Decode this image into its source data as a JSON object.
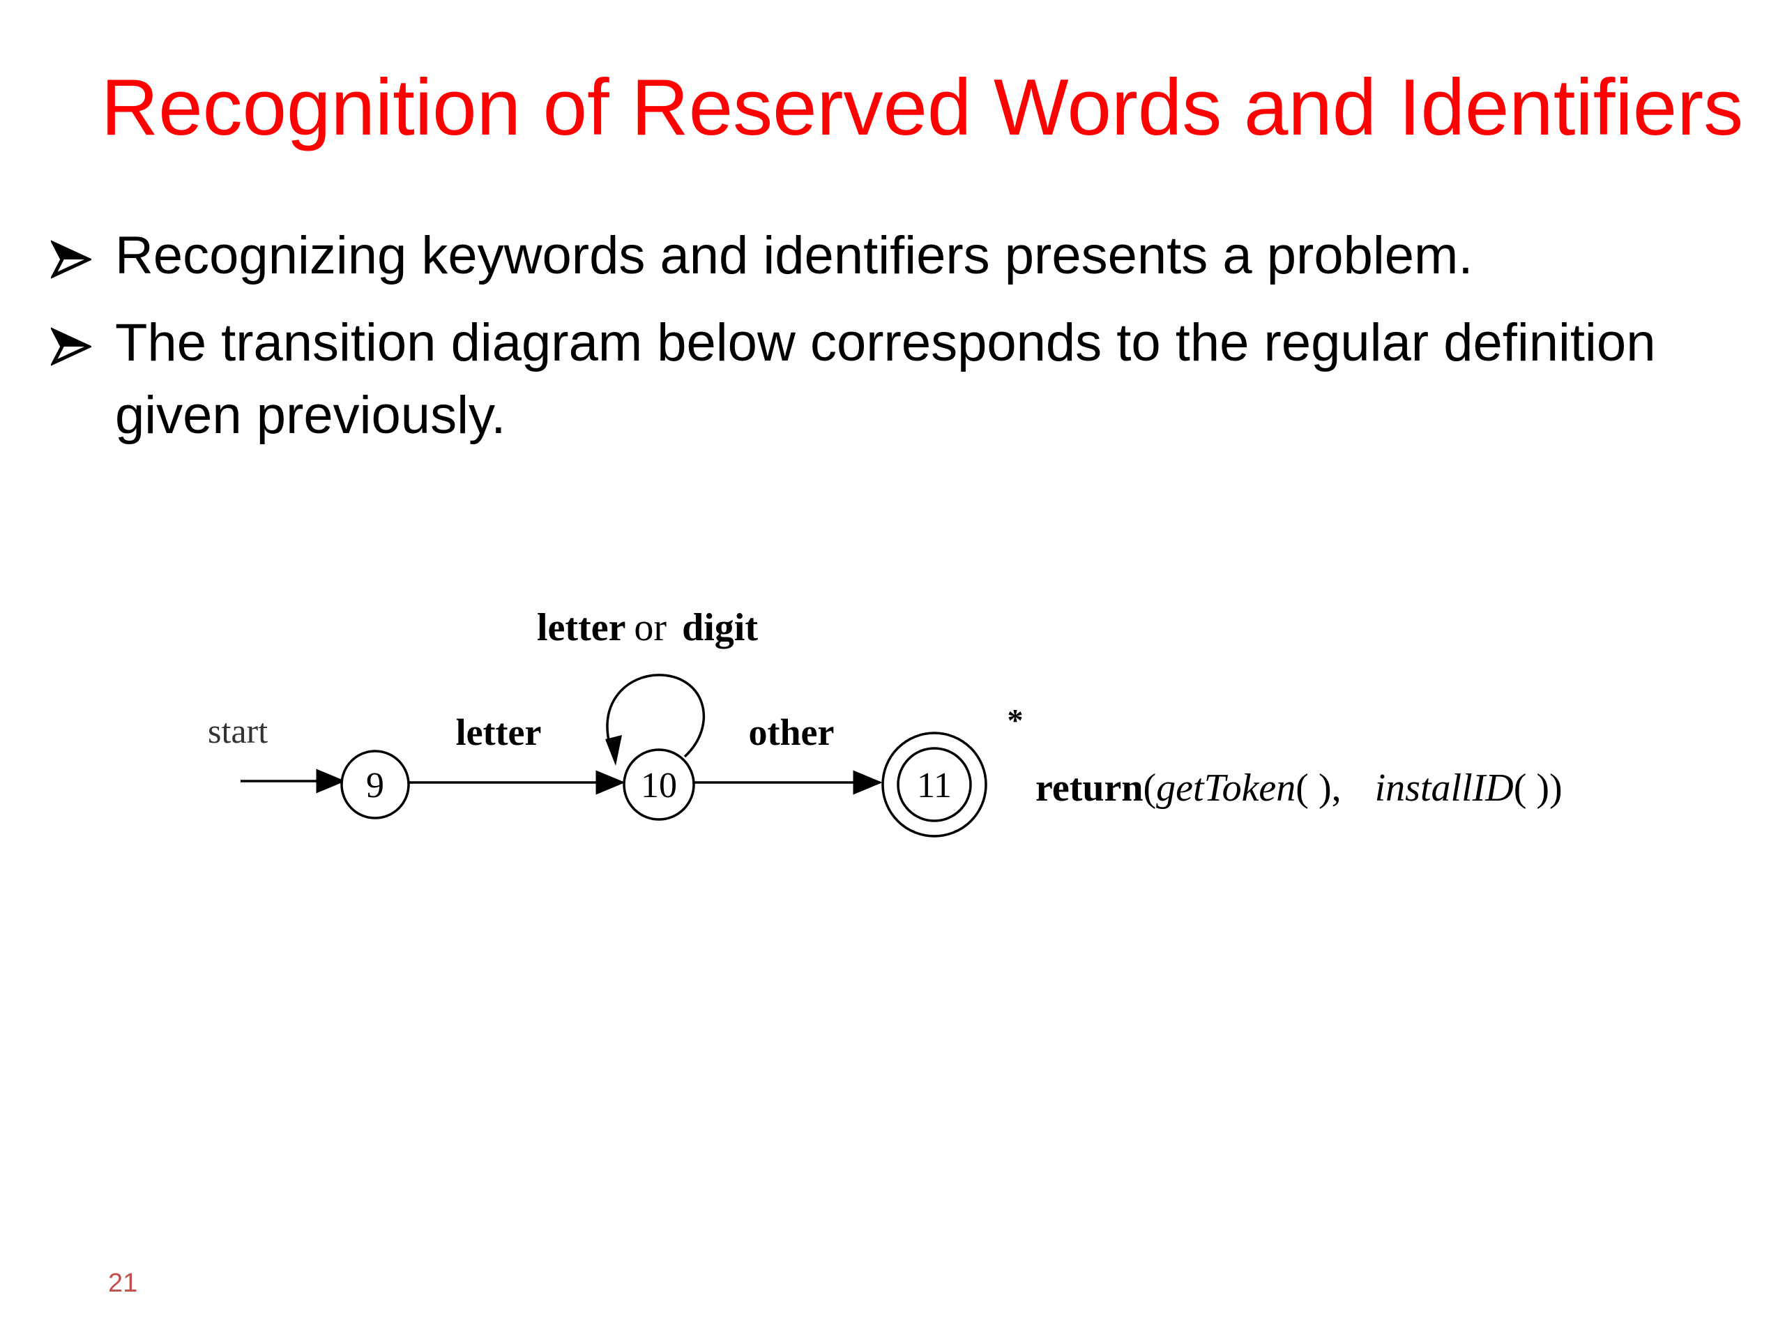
{
  "slide": {
    "title": "Recognition of Reserved Words and Identifiers",
    "bullets": [
      {
        "line1": "Recognizing keywords and identifiers presents a problem."
      },
      {
        "line1": "The transition diagram below corresponds to the regular definition",
        "line2": "given previously."
      }
    ],
    "page_number": "21"
  },
  "diagram": {
    "start_label": "start",
    "states": [
      "9",
      "10",
      "11"
    ],
    "accepting_state": "11",
    "edge_labels": {
      "edge_9_10": "letter",
      "edge_10_11": "other",
      "self_loop_strong1": "letter",
      "self_loop_or": "or",
      "self_loop_strong2": "digit"
    },
    "retract_marker": "*",
    "action": {
      "keyword": "return",
      "open_paren": "(",
      "arg1": "getToken",
      "arg1_parens": "( ),",
      "arg2": "installID",
      "arg2_parens": "( ))"
    }
  },
  "colors": {
    "title": "#ff0000",
    "body_text": "#000000",
    "page_number": "#c0504d"
  }
}
